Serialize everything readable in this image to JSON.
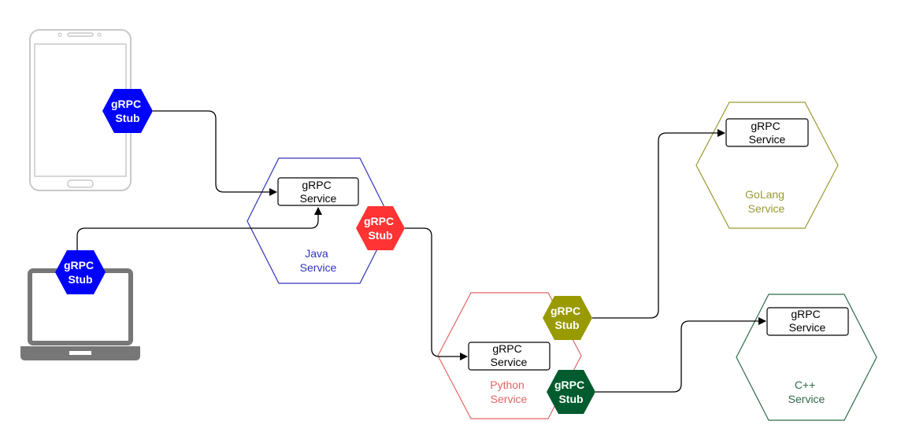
{
  "colors": {
    "java": "#3333bb",
    "python": "#e06666",
    "golang": "#999933",
    "cpp": "#2e6b4a",
    "stub_blue": "#0000ff",
    "stub_red": "#ff3333",
    "stub_olive": "#999900",
    "stub_green": "#005c2e",
    "device": "#777777",
    "device_outline": "#c8c8c8"
  },
  "icons": {
    "phone": "smartphone-icon",
    "laptop": "laptop-icon"
  },
  "services": {
    "java": {
      "line1": "Java",
      "line2": "Service"
    },
    "python": {
      "line1": "Python",
      "line2": "Service"
    },
    "golang": {
      "line1": "GoLang",
      "line2": "Service"
    },
    "cpp": {
      "line1": "C++",
      "line2": "Service"
    }
  },
  "grpc_service_box": {
    "line1": "gRPC",
    "line2": "Service"
  },
  "grpc_stub": {
    "line1": "gRPC",
    "line2": "Stub"
  }
}
